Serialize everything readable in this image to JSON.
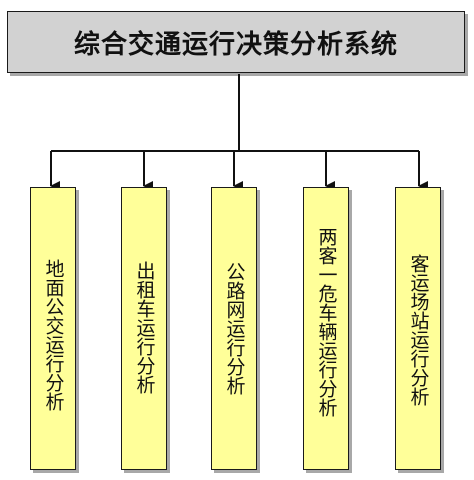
{
  "diagram": {
    "root": {
      "label": "综合交通运行决策分析系统"
    },
    "children": [
      {
        "label": "地面公交运行分析"
      },
      {
        "label": "出租车运行分析"
      },
      {
        "label": "公路网运行分析"
      },
      {
        "label": "两客一危车辆运行分析"
      },
      {
        "label": "客运场站运行分析"
      }
    ]
  },
  "colors": {
    "root_fill": "#d2d2d2",
    "child_fill": "#ffff99",
    "line": "#111111"
  }
}
